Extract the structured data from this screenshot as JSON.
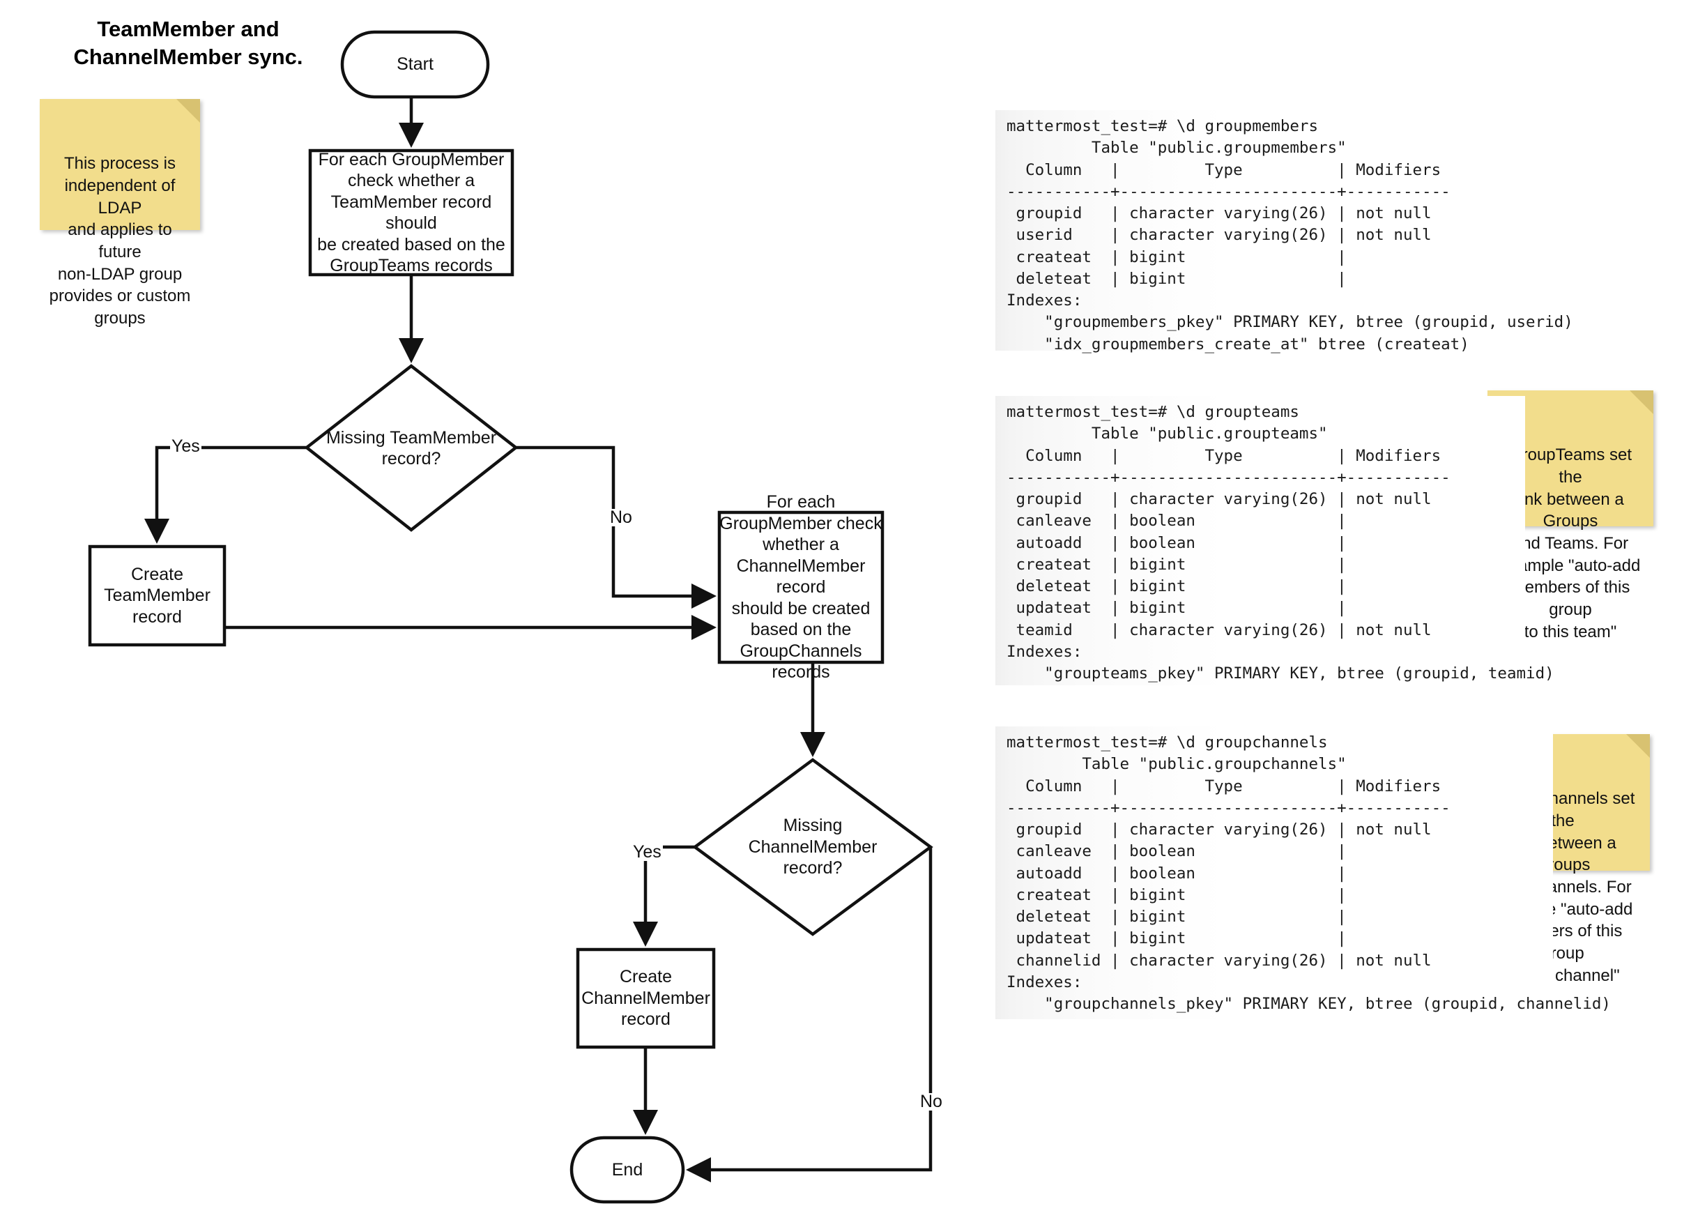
{
  "title": "TeamMember and\nChannelMember sync.",
  "colors": {
    "sticky_fill": "#f2dd8c",
    "sticky_fold": "#d8c271",
    "stroke": "#111111",
    "terminal_bg": "#f2f2f2",
    "page_bg": "#ffffff"
  },
  "flow": {
    "nodes": [
      {
        "id": "start",
        "shape": "rounded-terminator",
        "label": "Start"
      },
      {
        "id": "check-teammember",
        "shape": "process",
        "label": "For each GroupMember\ncheck whether a\nTeamMember record should\nbe created based on the\nGroupTeams records"
      },
      {
        "id": "missing-teammember",
        "shape": "decision",
        "label": "Missing TeamMember\nrecord?"
      },
      {
        "id": "create-teammember",
        "shape": "process",
        "label": "Create\nTeamMember\nrecord"
      },
      {
        "id": "check-channelmember",
        "shape": "process",
        "label": "For each\nGroupMember check\nwhether a\nChannelMember record\nshould be created\nbased on the\nGroupChannels\nrecords"
      },
      {
        "id": "missing-channelmember",
        "shape": "decision",
        "label": "Missing\nChannelMember\nrecord?"
      },
      {
        "id": "create-channelmember",
        "shape": "process",
        "label": "Create\nChannelMember\nrecord"
      },
      {
        "id": "end",
        "shape": "rounded-terminator",
        "label": "End"
      }
    ],
    "edge_labels": {
      "teammember_yes": "Yes",
      "teammember_no": "No",
      "channelmember_yes": "Yes",
      "channelmember_no": "No"
    }
  },
  "notes": [
    {
      "id": "note-ldap",
      "text": "This process is\nindependent of LDAP\nand applies to future\nnon-LDAP group\nprovides or custom\ngroups"
    },
    {
      "id": "note-groupteams",
      "text": "GroupTeams set the\nlink between a Groups\nand Teams. For\nexample \"auto-add\nmembers of this group\nto this team\""
    },
    {
      "id": "note-groupchannels",
      "text": "GroupChannels set the\nlink between a Groups\nand Channels. For\nexample \"auto-add\nmembers of this group\nto this channel\""
    }
  ],
  "terminals": [
    {
      "id": "terminal-groupmembers",
      "text": "mattermost_test=# \\d groupmembers\n         Table \"public.groupmembers\"\n  Column   |         Type          | Modifiers\n-----------+-----------------------+-----------\n groupid   | character varying(26) | not null\n userid    | character varying(26) | not null\n createat  | bigint                |\n deleteat  | bigint                |\nIndexes:\n    \"groupmembers_pkey\" PRIMARY KEY, btree (groupid, userid)\n    \"idx_groupmembers_create_at\" btree (createat)"
    },
    {
      "id": "terminal-groupteams",
      "text": "mattermost_test=# \\d groupteams\n         Table \"public.groupteams\"\n  Column   |         Type          | Modifiers\n-----------+-----------------------+-----------\n groupid   | character varying(26) | not null\n canleave  | boolean               |\n autoadd   | boolean               |\n createat  | bigint                |\n deleteat  | bigint                |\n updateat  | bigint                |\n teamid    | character varying(26) | not null\nIndexes:\n    \"groupteams_pkey\" PRIMARY KEY, btree (groupid, teamid)"
    },
    {
      "id": "terminal-groupchannels",
      "text": "mattermost_test=# \\d groupchannels\n        Table \"public.groupchannels\"\n  Column   |         Type          | Modifiers\n-----------+-----------------------+-----------\n groupid   | character varying(26) | not null\n canleave  | boolean               |\n autoadd   | boolean               |\n createat  | bigint                |\n deleteat  | bigint                |\n updateat  | bigint                |\n channelid | character varying(26) | not null\nIndexes:\n    \"groupchannels_pkey\" PRIMARY KEY, btree (groupid, channelid)"
    }
  ]
}
